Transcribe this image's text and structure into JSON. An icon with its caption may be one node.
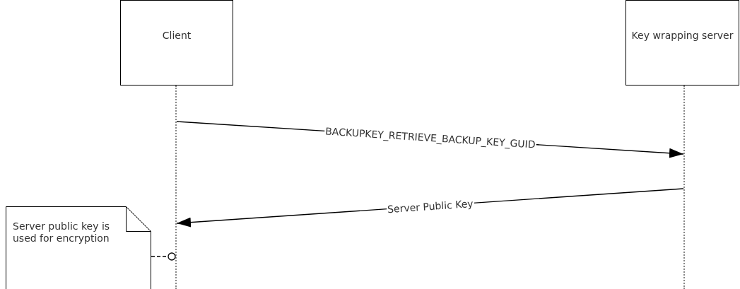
{
  "diagram": {
    "nodes": [
      {
        "text": [
          "Client"
        ]
      },
      {
        "text": [
          "Key wrapping server"
        ]
      },
      {
        "text": [],
        "shape": "line"
      },
      {
        "text": [],
        "shape": "line"
      },
      {
        "text": [
          "Server public key is used for encryption"
        ]
      }
    ],
    "edges": [
      {
        "from": 2,
        "to": 3,
        "arrow": "to",
        "label": "BACKUPKEY_RETRIEVE_BACKUP_KEY_GUID"
      },
      {
        "from": 3,
        "to": 2,
        "arrow": "to",
        "label": "Server Public Key"
      },
      {
        "from": 4,
        "to": 2,
        "arrow": "other",
        "style": "dashed"
      }
    ]
  }
}
